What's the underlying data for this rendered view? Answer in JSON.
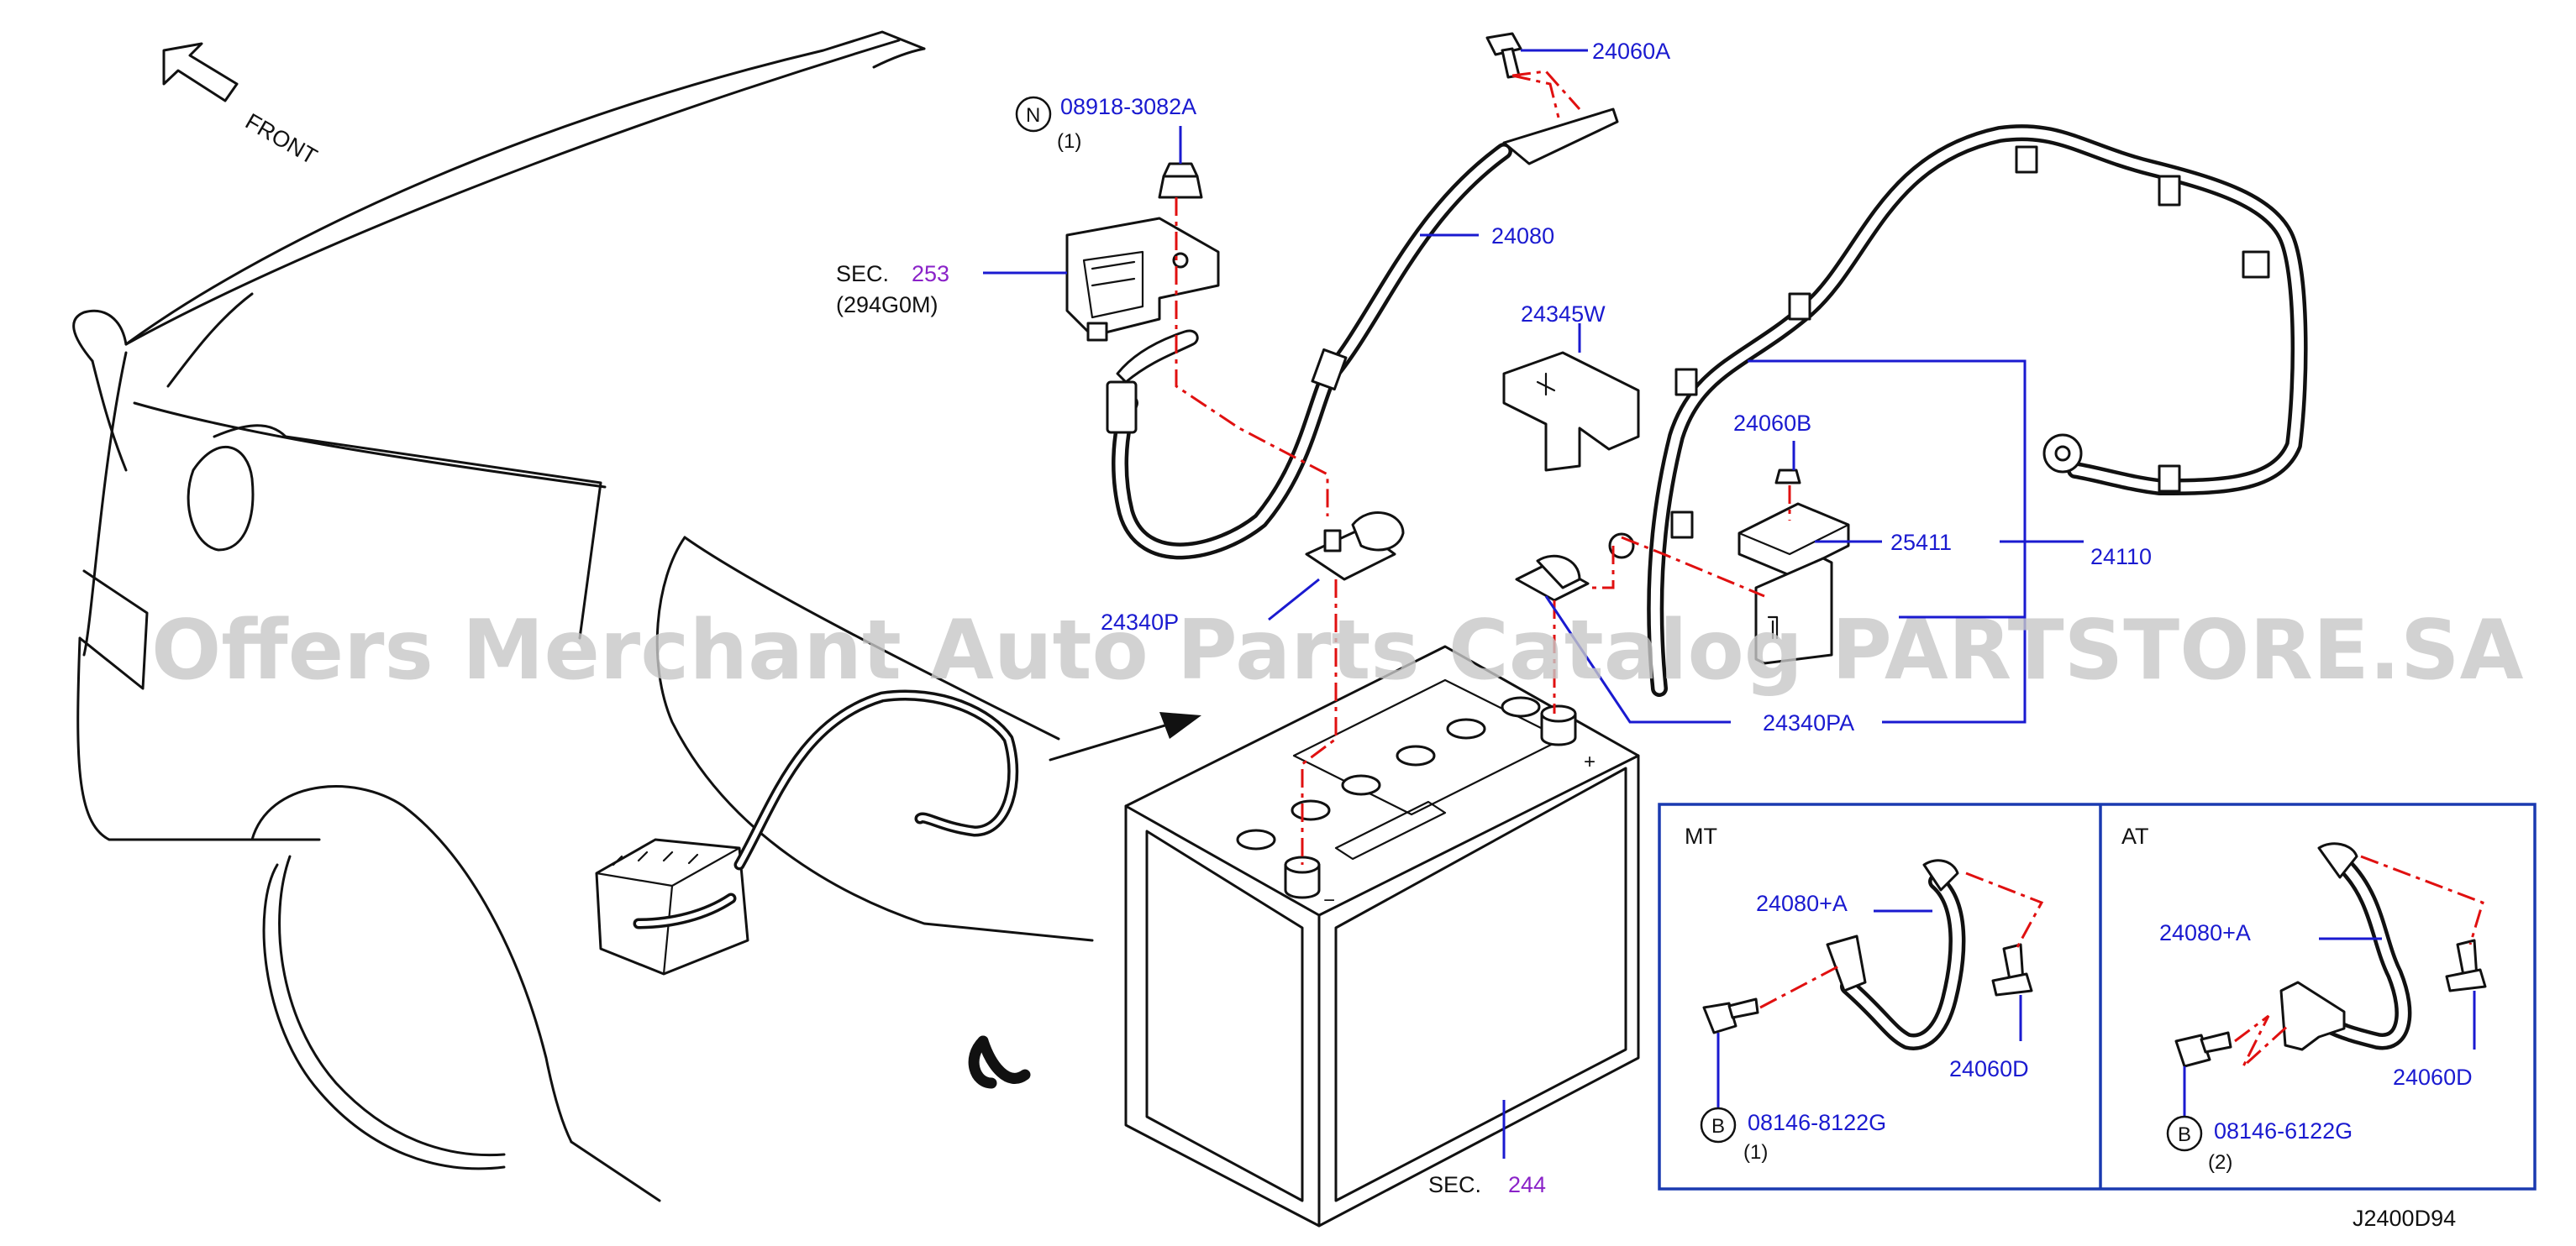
{
  "diagram": {
    "front_label": "FRONT",
    "diagram_code": "J2400D94",
    "watermark": "Offers Merchant Auto Parts Catalog PARTSTORE.SA",
    "colors": {
      "part_number": "#1a1ad0",
      "section_ref": "#8a22c8",
      "phantom_line": "#e01010",
      "frame": "#1a3ab0"
    },
    "callouts": {
      "p24060A": "24060A",
      "p08918": "08918-3082A",
      "p08918_qty": "(1)",
      "p08918_symbol": "N",
      "sec253_prefix": "SEC.",
      "sec253_num": "253",
      "sec253_sub": "(294G0M)",
      "p24080": "24080",
      "p24345W": "24345W",
      "p24060B": "24060B",
      "p25411": "25411",
      "p24110": "24110",
      "p24340P": "24340P",
      "p24340PA": "24340PA",
      "sec244_prefix": "SEC.",
      "sec244_num": "244"
    },
    "insets": {
      "mt": {
        "title": "MT",
        "cable": "24080+A",
        "bolt": "24060D",
        "fastener": "08146-8122G",
        "fastener_qty": "(1)",
        "fastener_symbol": "B"
      },
      "at": {
        "title": "AT",
        "cable": "24080+A",
        "bolt": "24060D",
        "fastener": "08146-6122G",
        "fastener_qty": "(2)",
        "fastener_symbol": "B"
      }
    }
  }
}
